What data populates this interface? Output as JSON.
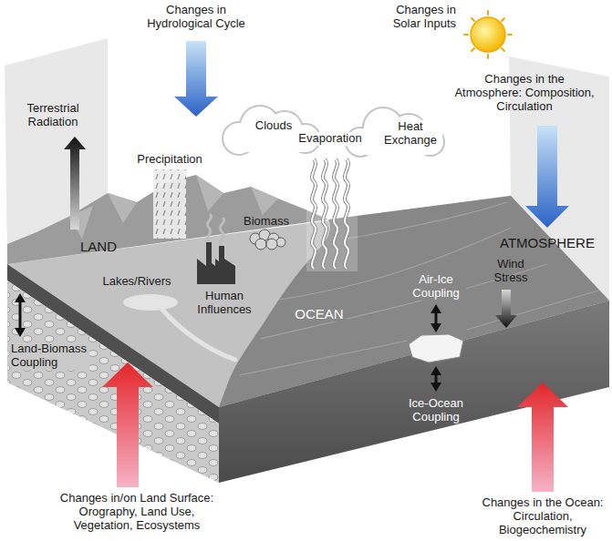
{
  "diagram": {
    "labels": [
      "Changes in Hydrological Cycle",
      "Changes in Solar Inputs",
      "Terrestrial Radiation",
      "Changes in the Atmosphere: Composition, Circulation",
      "Clouds",
      "Heat Exchange",
      "Evaporation",
      "Precipitation",
      "Biomass",
      "ATMOSPHERE",
      "LAND",
      "Wind Stress",
      "Lakes/Rivers",
      "Human Influences",
      "Air-Ice Coupling",
      "OCEAN",
      "Land-Biomass Coupling",
      "Ice-Ocean Coupling",
      "Changes in/on Land Surface: Orography, Land Use, Vegetation, Ecosystems",
      "Changes in the Ocean: Circulation, Biogeochemistry"
    ]
  }
}
